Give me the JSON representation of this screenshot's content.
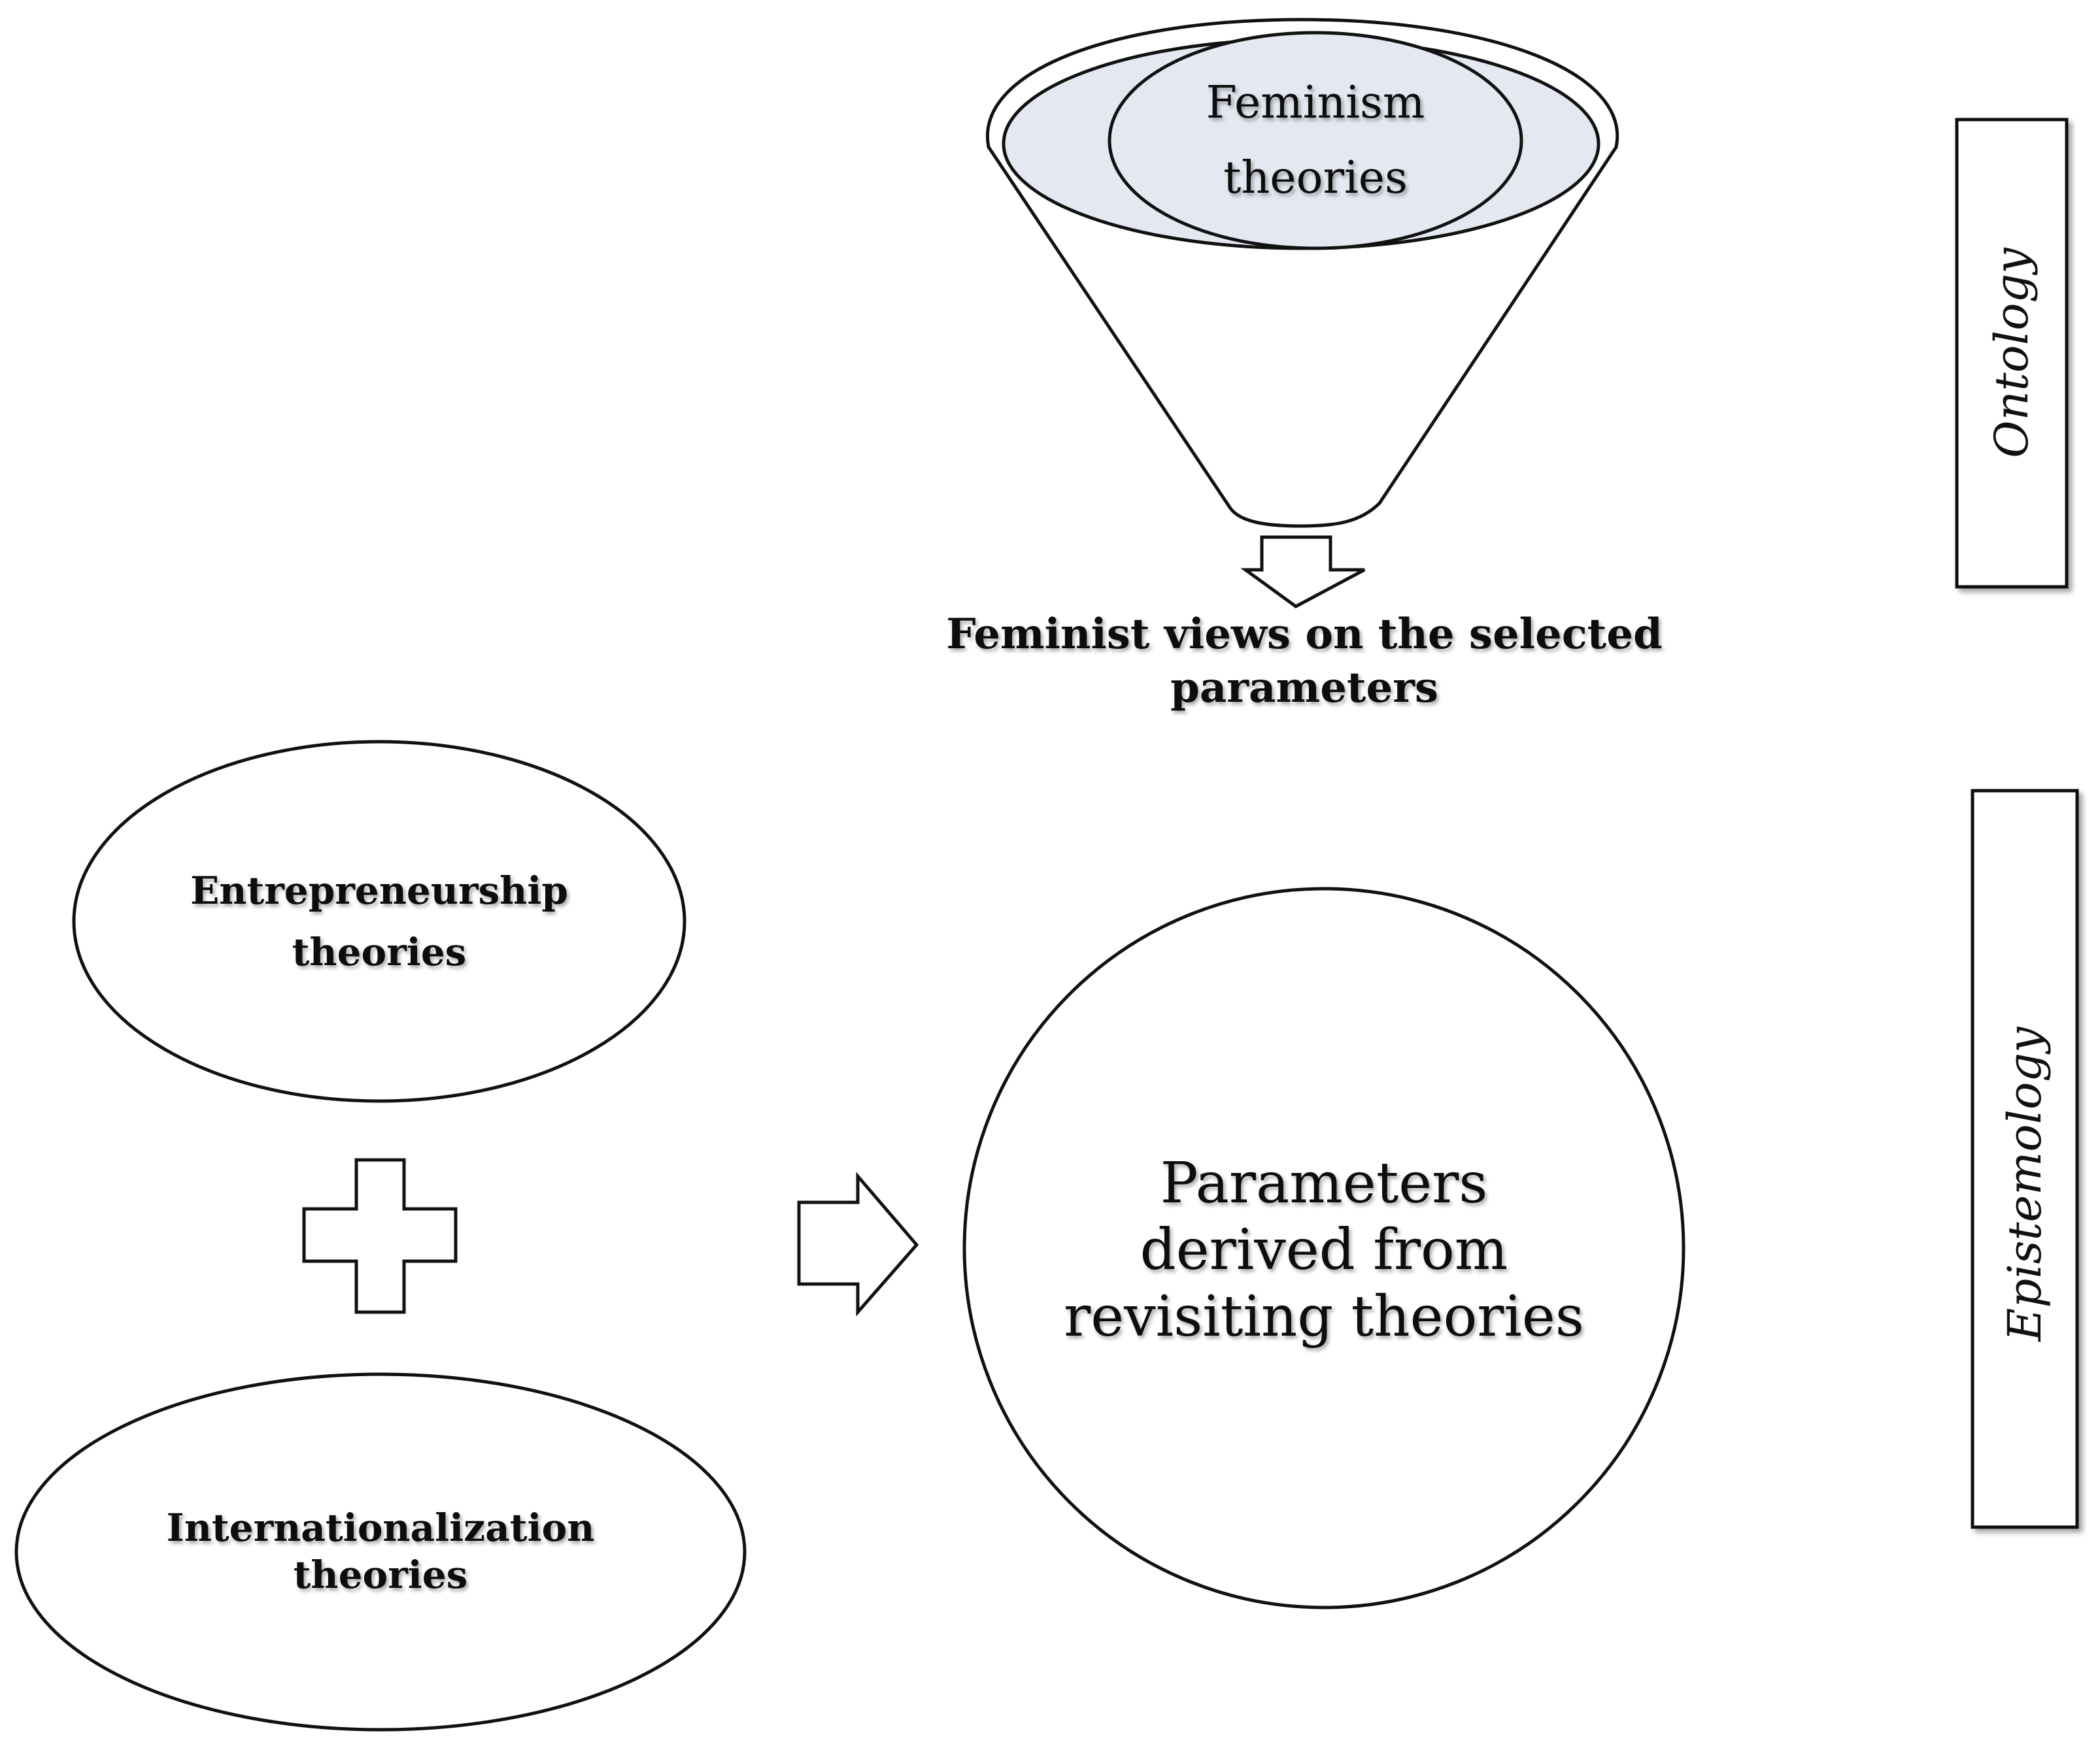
{
  "funnel": {
    "line1": "Feminism",
    "line2": "theories",
    "fill_color": "#e4e8f1"
  },
  "feminist_views": {
    "line1": "Feminist views on the selected",
    "line2": "parameters"
  },
  "entrepreneurship": {
    "line1": "Entrepreneurship",
    "line2": "theories"
  },
  "internationalization": {
    "line1": "Internationalization",
    "line2": "theories"
  },
  "parameters": {
    "line1": "Parameters",
    "line2": "derived from",
    "line3": "revisiting theories"
  },
  "labels": {
    "ontology": "Ontology",
    "epistemology": "Epistemology"
  }
}
